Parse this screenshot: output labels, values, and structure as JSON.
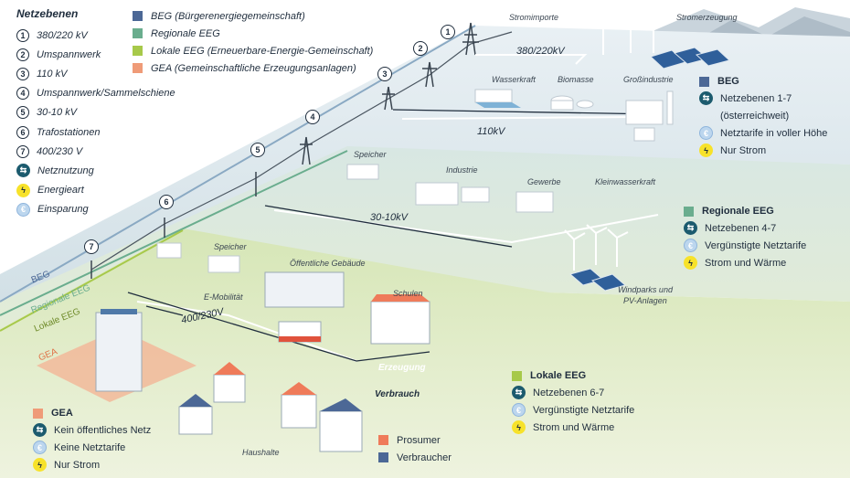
{
  "legend": {
    "title": "Netzebenen",
    "levels": [
      {
        "num": "1",
        "label": "380/220 kV"
      },
      {
        "num": "2",
        "label": "Umspannwerk"
      },
      {
        "num": "3",
        "label": "110 kV"
      },
      {
        "num": "4",
        "label": "Umspannwerk/Sammelschiene"
      },
      {
        "num": "5",
        "label": "30-10 kV"
      },
      {
        "num": "6",
        "label": "Trafostationen"
      },
      {
        "num": "7",
        "label": "400/230 V"
      }
    ],
    "icons": [
      {
        "icon": "netznutzung-icon",
        "label": "Netznutzung"
      },
      {
        "icon": "energieart-icon",
        "label": "Energieart"
      },
      {
        "icon": "einsparung-icon",
        "label": "Einsparung"
      }
    ]
  },
  "community_types": [
    {
      "color": "#4c6896",
      "label": "BEG (Bürgerenergiegemeinschaft)"
    },
    {
      "color": "#6aad8e",
      "label": "Regionale EEG"
    },
    {
      "color": "#a7c94a",
      "label": "Lokale EEG (Erneuerbare-Energie-Gemeinschaft)"
    },
    {
      "color": "#ef9b78",
      "label": "GEA (Gemeinschaftliche Erzeugungsanlagen)"
    }
  ],
  "bands": {
    "beg": "BEG",
    "regional": "Regionale EEG",
    "lokal": "Lokale EEG",
    "gea": "GEA"
  },
  "voltages": {
    "v380": "380/220kV",
    "v110": "110kV",
    "v30": "30-10kV",
    "v400": "400/230V"
  },
  "places": {
    "stromimporte": "Stromimporte",
    "stromerzeugung": "Stromerzeugung",
    "wasserkraft": "Wasserkraft",
    "biomasse": "Biomasse",
    "grossindustrie": "Großindustrie",
    "speicher_mid": "Speicher",
    "industrie": "Industrie",
    "gewerbe": "Gewerbe",
    "kleinwasserkraft": "Kleinwasserkraft",
    "windparks": "Windparks und",
    "pv": "PV-Anlagen",
    "speicher_low": "Speicher",
    "emobilitaet": "E-Mobilität",
    "oeffentliche": "Öffentliche Gebäude",
    "schulen": "Schulen",
    "erzeugung": "Erzeugung",
    "verbrauch": "Verbrauch",
    "haushalte": "Haushalte"
  },
  "info_beg": {
    "title": "BEG",
    "color": "#4c6896",
    "rows": [
      {
        "icon": "netznutzung-icon",
        "text": "Netzebenen 1-7"
      },
      {
        "icon": "",
        "text": "(österreichweit)"
      },
      {
        "icon": "einsparung-icon",
        "text": "Netztarife in voller Höhe"
      },
      {
        "icon": "energieart-icon",
        "text": "Nur Strom"
      }
    ]
  },
  "info_regional": {
    "title": "Regionale EEG",
    "color": "#6aad8e",
    "rows": [
      {
        "icon": "netznutzung-icon",
        "text": "Netzebenen 4-7"
      },
      {
        "icon": "einsparung-icon",
        "text": "Vergünstigte Netztarife"
      },
      {
        "icon": "energieart-icon",
        "text": "Strom und Wärme"
      }
    ]
  },
  "info_lokal": {
    "title": "Lokale EEG",
    "color": "#a7c94a",
    "rows": [
      {
        "icon": "netznutzung-icon",
        "text": "Netzebenen 6-7"
      },
      {
        "icon": "einsparung-icon",
        "text": "Vergünstigte Netztarife"
      },
      {
        "icon": "energieart-icon",
        "text": "Strom und Wärme"
      }
    ]
  },
  "info_gea": {
    "title": "GEA",
    "color": "#ef9b78",
    "rows": [
      {
        "icon": "netznutzung-icon",
        "text": "Kein öffentliches Netz"
      },
      {
        "icon": "einsparung-icon",
        "text": "Keine Netztarife"
      },
      {
        "icon": "energieart-icon",
        "text": "Nur Strom"
      }
    ]
  },
  "role_legend": [
    {
      "label": "Prosumer",
      "color": "#ef7b5a"
    },
    {
      "label": "Verbraucher",
      "color": "#4c6896"
    }
  ],
  "pylon_numbers": [
    "1",
    "2",
    "3",
    "4",
    "5",
    "6",
    "7"
  ]
}
